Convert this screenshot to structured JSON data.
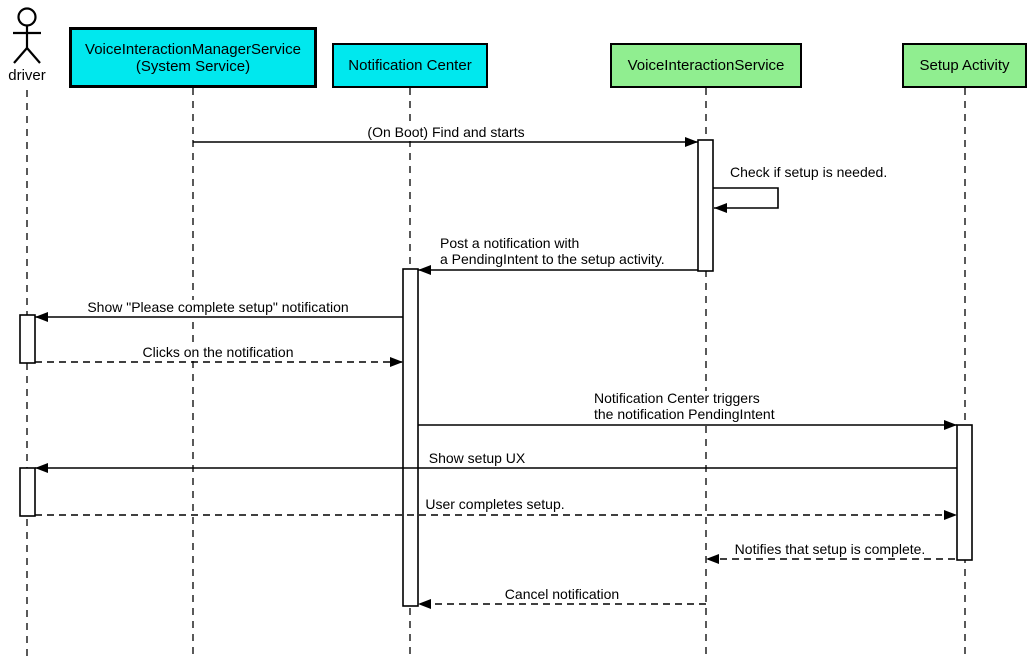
{
  "diagram": {
    "kind": "sequence-diagram",
    "colors": {
      "service_box": "#00e8ee",
      "activity_box": "#90ee90",
      "line": "#000000",
      "background": "#ffffff"
    },
    "actor": {
      "label": "driver"
    },
    "participants": [
      {
        "label": "VoiceInteractionManagerService\n(System Service)",
        "color": "#00e8ee"
      },
      {
        "label": "Notification Center",
        "color": "#00e8ee"
      },
      {
        "label": "VoiceInteractionService",
        "color": "#90ee90"
      },
      {
        "label": "Setup Activity",
        "color": "#90ee90"
      }
    ],
    "messages": [
      {
        "text": "(On Boot) Find and starts",
        "from": "VoiceInteractionManagerService (System Service)",
        "to": "VoiceInteractionService",
        "style": "solid"
      },
      {
        "text": "Check if setup is needed.",
        "from": "VoiceInteractionService",
        "to": "VoiceInteractionService",
        "style": "solid-self"
      },
      {
        "text": "Post a notification with\na PendingIntent to the setup activity.",
        "from": "VoiceInteractionService",
        "to": "Notification Center",
        "style": "solid"
      },
      {
        "text": "Show \"Please complete setup\" notification",
        "from": "Notification Center",
        "to": "driver",
        "style": "solid"
      },
      {
        "text": "Clicks on the notification",
        "from": "driver",
        "to": "Notification Center",
        "style": "dashed"
      },
      {
        "text": "Notification Center triggers\nthe notification PendingIntent",
        "from": "Notification Center",
        "to": "Setup Activity",
        "style": "solid"
      },
      {
        "text": "Show setup UX",
        "from": "Setup Activity",
        "to": "driver",
        "style": "solid"
      },
      {
        "text": "User completes setup.",
        "from": "driver",
        "to": "Setup Activity",
        "style": "dashed"
      },
      {
        "text": "Notifies that setup is complete.",
        "from": "Setup Activity",
        "to": "VoiceInteractionService",
        "style": "dashed"
      },
      {
        "text": "Cancel notification",
        "from": "VoiceInteractionService",
        "to": "Notification Center",
        "style": "dashed"
      }
    ]
  }
}
